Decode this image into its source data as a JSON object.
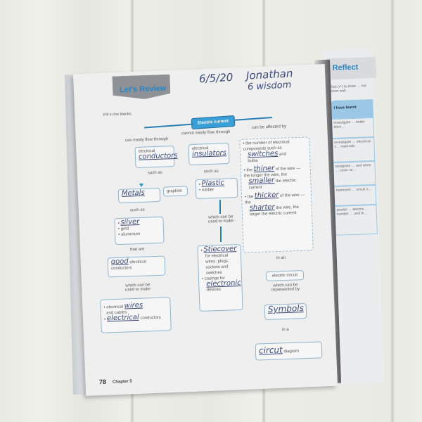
{
  "left_page": {
    "section_title": "Let's Review",
    "handwriting": {
      "date": "6/5/20",
      "name": "Jonathan",
      "class": "6 wisdom"
    },
    "instruction": "Fill in the blanks.",
    "root": "Electric current",
    "branches": {
      "left": {
        "link": "can easily flow through",
        "box1_label": "electrical",
        "box1_answer": "conductors",
        "such_as": "such as",
        "metals_answer": "Metals",
        "graphite": "graphite",
        "such_as2": "such as",
        "list_answer": "silver",
        "list": [
          "gold",
          "aluminium"
        ],
        "that_are": "that are",
        "good_answer": "good",
        "good_suffix": "electrical",
        "good_suffix2": "conductors",
        "which_make": "which can be used to make",
        "uses_prefix": "electrical",
        "uses_answer": "wires",
        "uses_suffix": "and cables",
        "uses2_answer": "electrical",
        "uses2_suffix": "conductors"
      },
      "middle": {
        "link": "cannot easily flow through",
        "box1_label": "electrical",
        "box1_answer": "insulators",
        "such_as": "such as",
        "list_answer": "Plastic",
        "list": [
          "rubber"
        ],
        "which_make": "which can be used to make",
        "uses_answer": "Stiecover",
        "uses_text": "for electrical wires, plugs, sockets and switches",
        "uses2_prefix": "casings for",
        "uses2_answer": "electronic",
        "uses2_suffix": "devices"
      },
      "right": {
        "link": "can be affected by",
        "b1_text": "the number of electrical components such as",
        "b1_answer": "switches",
        "b1_suffix": "and",
        "b1_suffix2": "bulbs",
        "b2_prefix": "the",
        "b2_answer": "thiner",
        "b2_text": "of the wire — the longer the wire, the",
        "b2_answer2": "smaller",
        "b2_suffix": "the electric current",
        "b3_prefix": "the",
        "b3_answer": "thicker",
        "b3_text": "of the wire — the",
        "b3_answer2": "sharter",
        "b3_suffix": "the wire, the larger the electric current",
        "in_an": "in an",
        "circuit": "electric circuit",
        "represented": "which can be represented by",
        "symbols_answer": "Symbols",
        "in_a": "in a",
        "diagram_answer": "circut",
        "diagram_suffix": "diagram"
      }
    },
    "page_number": "78",
    "chapter": "Chapter 5"
  },
  "right_page": {
    "title": "Reflect",
    "instruction": "Tick (✔) to show … not know well.",
    "table_header": "I have learnt",
    "rows": [
      "investigate … better elect…",
      "investigate … electrical c… materials",
      "recognise … and wires … cover wi…",
      "represent … circuit s…",
      "predict … electric… number … and th…"
    ]
  }
}
